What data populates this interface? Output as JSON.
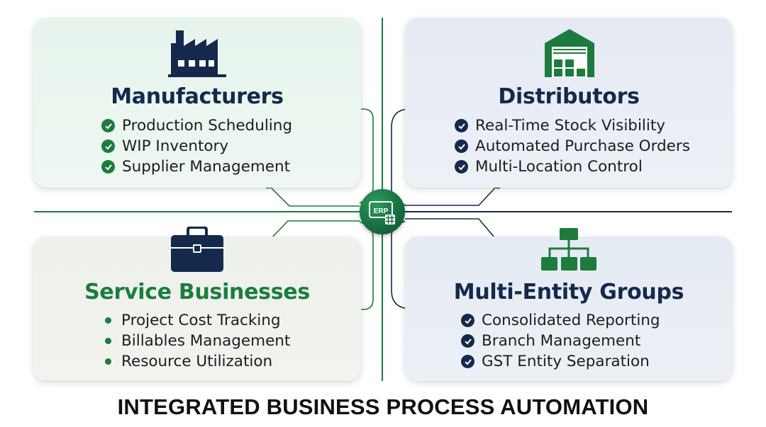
{
  "cards": {
    "manufacturers": {
      "title": "Manufacturers",
      "icon": "factory-icon",
      "bullet": "check",
      "items": [
        "Production Scheduling",
        "WIP Inventory",
        "Supplier Management"
      ]
    },
    "distributors": {
      "title": "Distributors",
      "icon": "warehouse-icon",
      "bullet": "check",
      "items": [
        "Real-Time Stock Visibility",
        "Automated Purchase Orders",
        "Multi-Location Control"
      ]
    },
    "services": {
      "title": "Service Businesses",
      "icon": "briefcase-icon",
      "bullet": "dot",
      "items": [
        "Project Cost Tracking",
        "Billables Management",
        "Resource Utilization"
      ]
    },
    "multi_entity": {
      "title": "Multi-Entity Groups",
      "icon": "org-chart-icon",
      "bullet": "check",
      "items": [
        "Consolidated Reporting",
        "Branch Management",
        "GST Entity Separation"
      ]
    }
  },
  "hub": {
    "label": "ERP",
    "icon": "erp-grid-icon"
  },
  "footer": {
    "title": "INTEGRATED BUSINESS PROCESS AUTOMATION"
  },
  "colors": {
    "green": "#1e7b3e",
    "navy": "#15294d"
  }
}
